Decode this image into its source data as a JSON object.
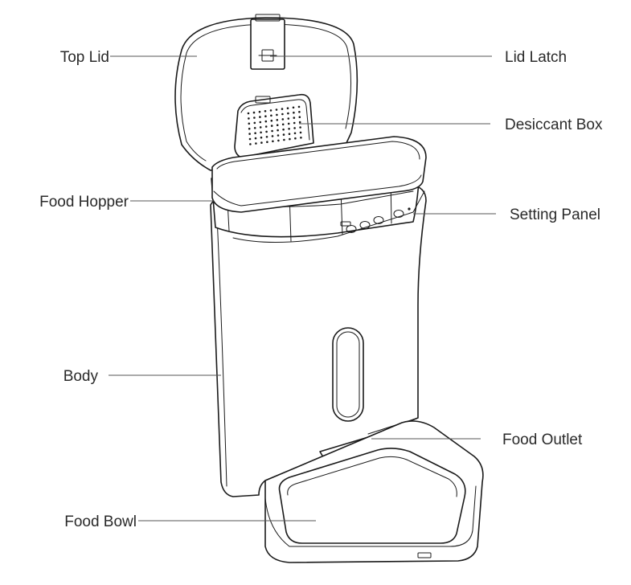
{
  "labels": {
    "top_lid": "Top Lid",
    "lid_latch": "Lid Latch",
    "desiccant_box": "Desiccant Box",
    "food_hopper": "Food Hopper",
    "setting_panel": "Setting Panel",
    "body": "Body",
    "food_outlet": "Food Outlet",
    "food_bowl": "Food Bowl"
  },
  "colors": {
    "line": "#1a1a1a",
    "text": "#2a2a2a",
    "background": "#ffffff"
  }
}
